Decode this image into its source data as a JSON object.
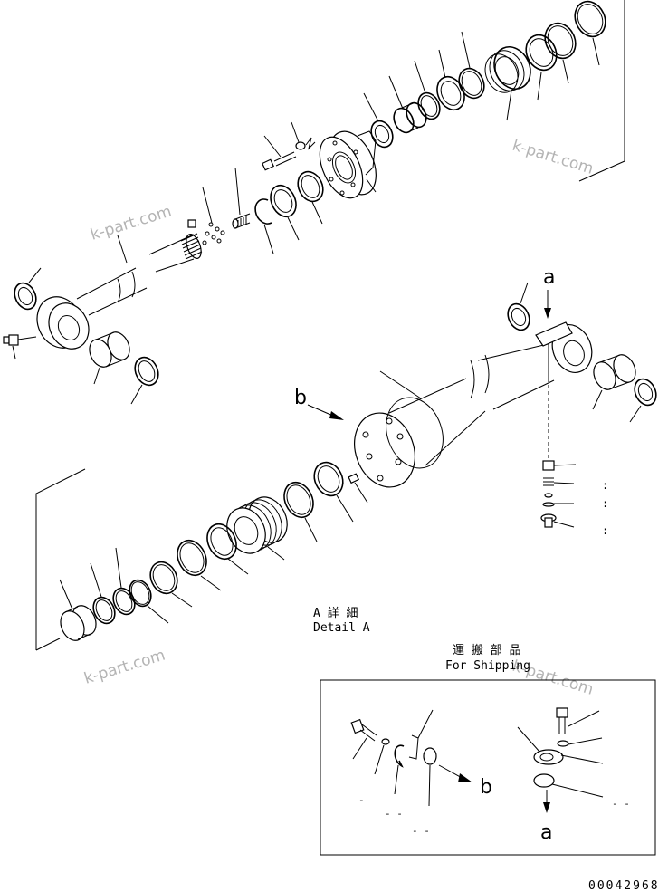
{
  "watermark": "k-part.com",
  "detail_jp": "A 詳 細",
  "detail_en": "Detail A",
  "shipping_jp": "運 搬 部 品",
  "shipping_en": "For Shipping",
  "ref_a": "a",
  "ref_b": "b",
  "doc_number": "00042968",
  "dash_marks": [
    "-",
    "- -",
    "- -",
    "- -"
  ]
}
